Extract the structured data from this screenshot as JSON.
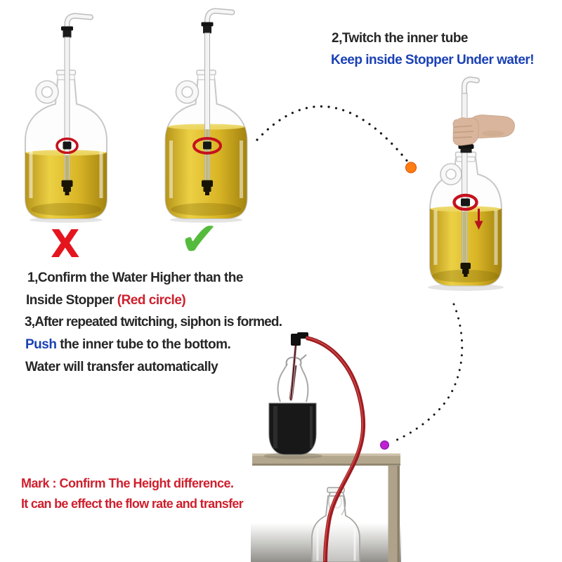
{
  "instructions": {
    "step2": {
      "line1": "2,Twitch the inner tube",
      "line2": "Keep inside Stopper Under water!"
    },
    "step1": {
      "line1": "1,Confirm the Water Higher than the",
      "line2_text": "Inside Stopper ",
      "line2_highlight": "(Red circle)"
    },
    "step3": {
      "line1": "3,After repeated twitching, siphon is formed.",
      "line2_highlight": "Push",
      "line2_text": " the inner tube to the bottom.",
      "line3": "Water will transfer automatically"
    },
    "mark_note": {
      "line1": "Mark : Confirm The Height difference.",
      "line2": "It can be effect the flow rate and transfer"
    }
  },
  "marks": {
    "wrong": "X",
    "correct": "✔"
  },
  "colors": {
    "text_dark": "#262626",
    "highlight_blue": "#1a41b4",
    "highlight_red": "#cf1f2d",
    "wrong_red": "#e4151e",
    "correct_green": "#55bb3c",
    "red_circle": "#c5111e",
    "liquid_gold": "#d9b526",
    "tube_red": "#9d1b22",
    "table_tan": "#b3a78e",
    "orange_dot": "#ff7d12",
    "purple_dot": "#bf1fd0"
  }
}
